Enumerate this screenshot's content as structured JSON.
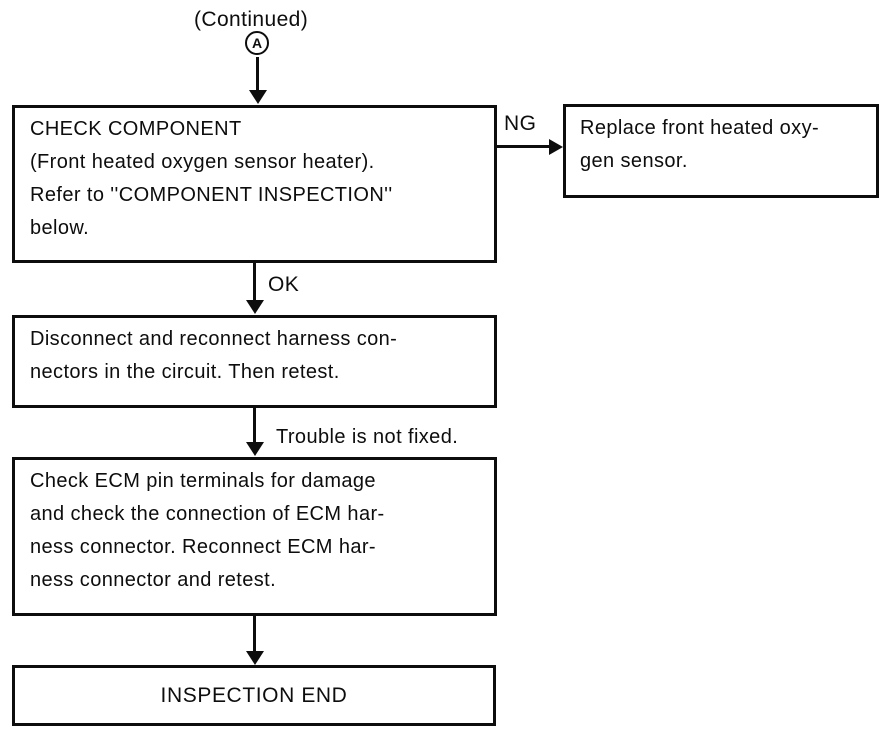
{
  "header": {
    "continued": "(Continued)",
    "connector": "A"
  },
  "labels": {
    "ng": "NG",
    "ok": "OK",
    "trouble": "Trouble is not fixed."
  },
  "boxes": {
    "check_component": "CHECK COMPONENT\n(Front heated oxygen sensor heater).\nRefer to ''COMPONENT INSPECTION''\nbelow.",
    "replace_sensor": "Replace front heated oxy-\ngen sensor.",
    "reconnect_harness": "Disconnect and reconnect harness con-\nnectors in the circuit. Then retest.",
    "check_ecm": "Check ECM pin terminals for damage\nand check the connection of ECM har-\nness connector. Reconnect ECM har-\nness connector and retest.",
    "inspection_end": "INSPECTION END"
  },
  "colors": {
    "ink": "#0d0d0d",
    "paper": "#ffffff"
  }
}
